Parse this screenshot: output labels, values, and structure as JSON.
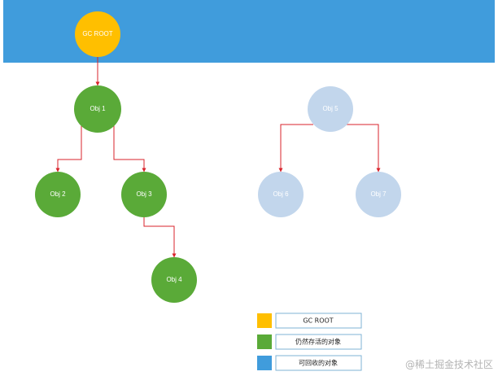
{
  "colors": {
    "header_band": "#409cdc",
    "gc_root": "#ffbf00",
    "alive": "#5aaa38",
    "collectable": "#c2d6ec",
    "reference_arrow": "#d9232b",
    "legend_collectable": "#409cdc"
  },
  "nodes": {
    "gc_root": "GC ROOT",
    "obj1": "Obj 1",
    "obj2": "Obj 2",
    "obj3": "Obj 3",
    "obj4": "Obj 4",
    "obj5": "Obj 5",
    "obj6": "Obj 6",
    "obj7": "Obj 7"
  },
  "legend": {
    "gc_root": "GC ROOT",
    "alive": "仍然存活的对象",
    "collectable": "可回收的对象"
  },
  "watermark": "@稀土掘金技术社区"
}
